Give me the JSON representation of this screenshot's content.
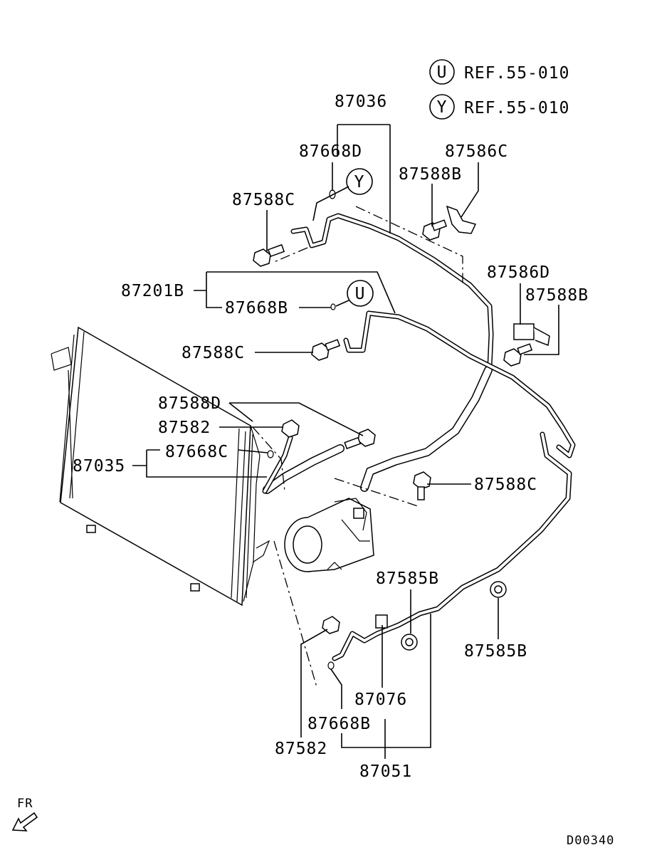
{
  "refs": [
    {
      "symbol": "U",
      "text": "REF.55-010"
    },
    {
      "symbol": "Y",
      "text": "REF.55-010"
    }
  ],
  "callouts": {
    "u_symbol": "U",
    "y_symbol": "Y"
  },
  "parts": {
    "p87036": "87036",
    "p87668D": "87668D",
    "p87586C": "87586C",
    "p87588B_top": "87588B",
    "p87588C_top": "87588C",
    "p87201B": "87201B",
    "p87668B_top": "87668B",
    "p87586D": "87586D",
    "p87588B_right": "87588B",
    "p87588C_mid": "87588C",
    "p87588D": "87588D",
    "p87582_top": "87582",
    "p87668C": "87668C",
    "p87035": "87035",
    "p87588C_right": "87588C",
    "p87585B_mid": "87585B",
    "p87585B_right": "87585B",
    "p87076": "87076",
    "p87668B_bottom": "87668B",
    "p87582_bottom": "87582",
    "p87051": "87051"
  },
  "footer": {
    "direction": "FR",
    "code": "D00340"
  }
}
